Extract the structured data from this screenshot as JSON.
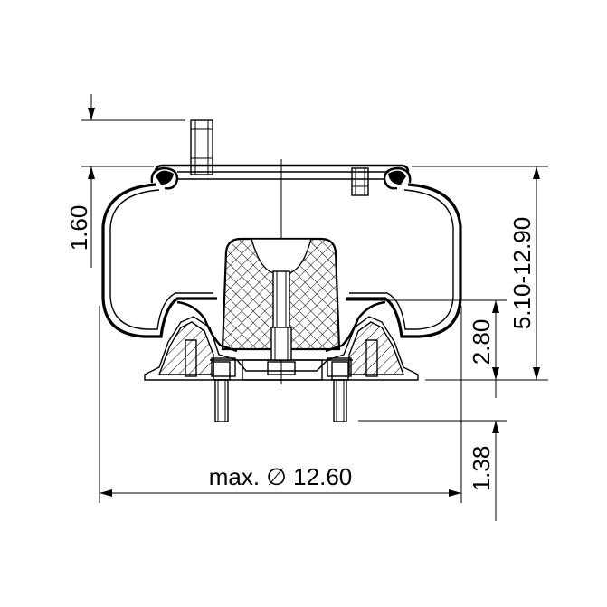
{
  "dimensions": {
    "diameter": "max. ∅ 12.60",
    "top_plate": "1.60",
    "height_range": "5.10-12.90",
    "piston_height": "2.80",
    "stud_length": "1.38"
  },
  "colors": {
    "line": "#000000",
    "background": "#ffffff"
  }
}
